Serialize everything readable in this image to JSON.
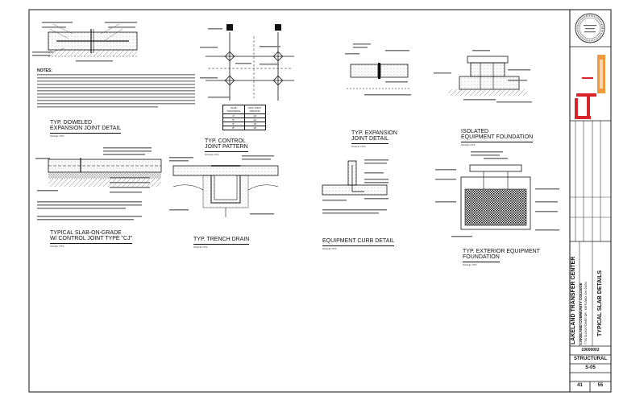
{
  "details": {
    "d1": {
      "title_1": "TYP. DOWELED",
      "title_2": "EXPANSION JOINT DETAIL",
      "scale": "SCALE: NTS"
    },
    "d2": {
      "title_1": "TYP. CONTROL",
      "title_2": "JOINT PATTERN",
      "scale": "SCALE: NTS"
    },
    "d3": {
      "title_1": "TYP. EXPANSION",
      "title_2": "JOINT DETAIL",
      "scale": "SCALE: NTS"
    },
    "d4": {
      "title_1": "ISOLATED",
      "title_2": "EQUIPMENT FOUNDATION",
      "scale": "SCALE: NTS"
    },
    "d5": {
      "title_1": "TYPICAL SLAB-ON-GRADE",
      "title_2": "W/ CONTROL JOINT TYPE \"CJ\"",
      "scale": "SCALE: NTS"
    },
    "d6": {
      "title": "TYP. TRENCH DRAIN",
      "scale": "SCALE: NTS"
    },
    "d7": {
      "title": "EQUIPMENT CURB DETAIL",
      "scale": "SCALE: NTS"
    },
    "d8": {
      "title_1": "TYP. EXTERIOR EQUIPMENT",
      "title_2": "FOUNDATION",
      "scale": "SCALE: NTS"
    }
  },
  "notes": {
    "heading": "NOTES:"
  },
  "table": {
    "headers": [
      "SLAB THICKNESS",
      "MAX JOINT SPACING"
    ],
    "rows": [
      [
        "4\"",
        "10'"
      ],
      [
        "5\"",
        "12'"
      ],
      [
        "6\"",
        "15'"
      ],
      [
        "8\"",
        "15'"
      ]
    ]
  },
  "title_block": {
    "project_name": "LAKELAND TRANSFER CENTER",
    "client": "LAKELAND COMMUNITY COLLEGE",
    "address": "7700 CLOCKTOWER DR., KIRTLAND, OH 44094",
    "sheet_title": "TYPICAL SLAB DETAILS",
    "project_no": "19000002",
    "discipline": "STRUCTURAL",
    "sheet_no": "S-05",
    "page_no": "41",
    "page_total": "55"
  },
  "colors": {
    "line": "#111111",
    "logo_red": "#d9242b",
    "logo_orange": "#f08a1c",
    "hatch": "#222222"
  }
}
